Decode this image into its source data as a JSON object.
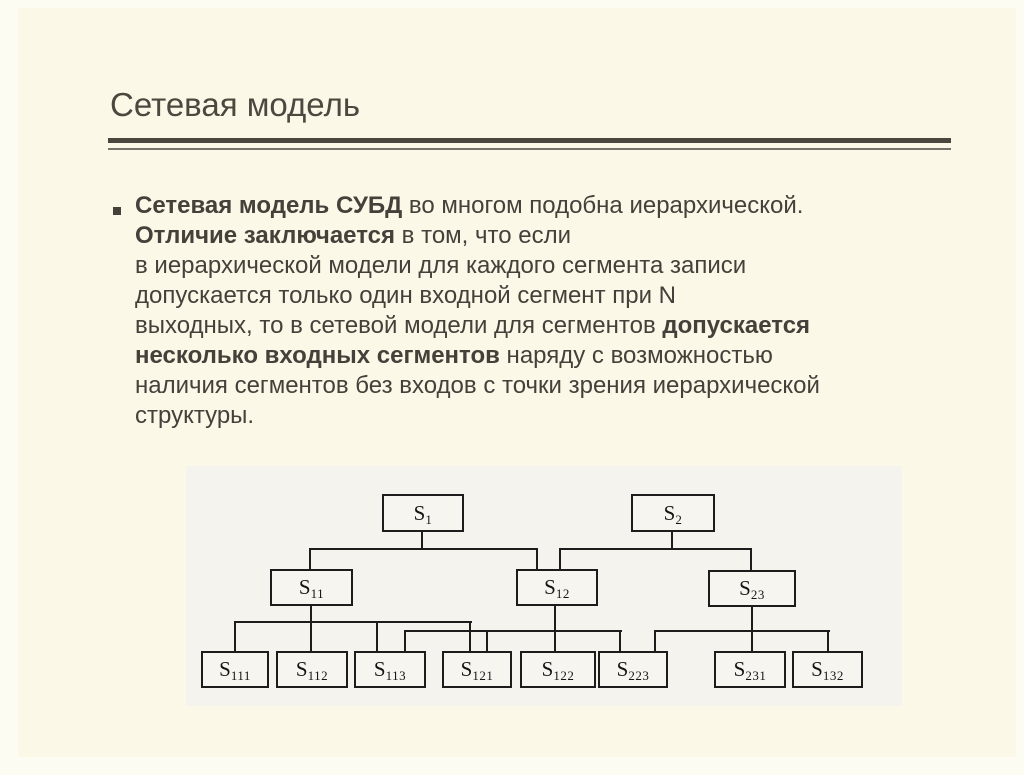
{
  "slide": {
    "title": "Сетевая модель",
    "paragraph_lines": [
      [
        {
          "t": "Сетевая модель СУБД",
          "b": true
        },
        {
          "t": " во многом подобна иерархической.",
          "b": false
        }
      ],
      [
        {
          "t": "Отличие заключается",
          "b": true
        },
        {
          "t": " в том, что если",
          "b": false
        }
      ],
      [
        {
          "t": "в иерархической модели для каждого сегмента записи",
          "b": false
        }
      ],
      [
        {
          "t": "допускается только один входной сегмент при N",
          "b": false
        }
      ],
      [
        {
          "t": "выходных, то в сетевой модели для сегментов ",
          "b": false
        },
        {
          "t": "допускается",
          "b": true
        }
      ],
      [
        {
          "t": "несколько входных сегментов",
          "b": true
        },
        {
          "t": " наряду с возможностью",
          "b": false
        }
      ],
      [
        {
          "t": "наличия сегментов без входов с точки зрения иерархической",
          "b": false
        }
      ],
      [
        {
          "t": "структуры.",
          "b": false
        }
      ]
    ]
  },
  "colors": {
    "page_bg": "#fdfcf3",
    "slide_bg": "#fbf8e8",
    "title_text": "#4d483f",
    "body_text": "#45403a",
    "rule_thick": "#4c473e",
    "rule_thin": "#78736a",
    "scan_bg": "#f4f3ed",
    "diagram_line": "#1c1c1c"
  },
  "diagram": {
    "nodes": [
      {
        "id": "S1",
        "base": "S",
        "sub": "1"
      },
      {
        "id": "S2",
        "base": "S",
        "sub": "2"
      },
      {
        "id": "S11",
        "base": "S",
        "sub": "11"
      },
      {
        "id": "S12",
        "base": "S",
        "sub": "12"
      },
      {
        "id": "S23",
        "base": "S",
        "sub": "23"
      },
      {
        "id": "S111",
        "base": "S",
        "sub": "111"
      },
      {
        "id": "S112",
        "base": "S",
        "sub": "112"
      },
      {
        "id": "S113",
        "base": "S",
        "sub": "113"
      },
      {
        "id": "S121",
        "base": "S",
        "sub": "121"
      },
      {
        "id": "S122",
        "base": "S",
        "sub": "122"
      },
      {
        "id": "S223",
        "base": "S",
        "sub": "223"
      },
      {
        "id": "S231",
        "base": "S",
        "sub": "231"
      },
      {
        "id": "S132",
        "base": "S",
        "sub": "132"
      }
    ],
    "edges": [
      [
        "S1",
        "S11"
      ],
      [
        "S1",
        "S12"
      ],
      [
        "S2",
        "S12"
      ],
      [
        "S2",
        "S23"
      ],
      [
        "S11",
        "S111"
      ],
      [
        "S11",
        "S112"
      ],
      [
        "S11",
        "S113"
      ],
      [
        "S11",
        "S121"
      ],
      [
        "S12",
        "S113"
      ],
      [
        "S12",
        "S121"
      ],
      [
        "S12",
        "S122"
      ],
      [
        "S12",
        "S223"
      ],
      [
        "S23",
        "S223"
      ],
      [
        "S23",
        "S231"
      ],
      [
        "S23",
        "S132"
      ]
    ]
  }
}
